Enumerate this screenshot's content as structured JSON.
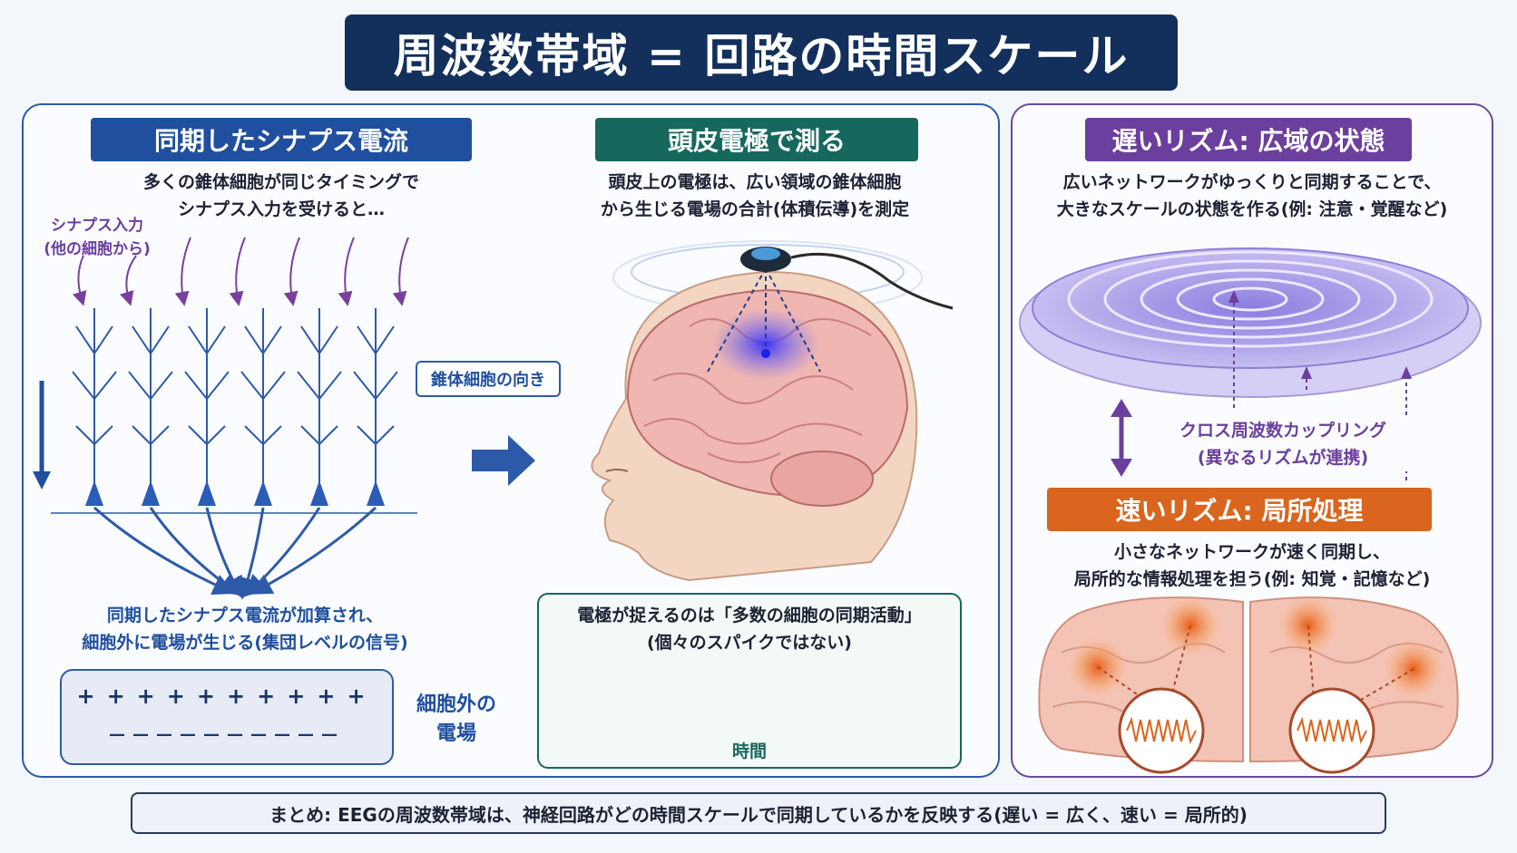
{
  "title": "周波数帯域 = 回路の時間スケール",
  "left": {
    "header": "同期したシナプス電流",
    "intro_line1": "多くの錐体細胞が同じタイミングで",
    "intro_line2": "シナプス入力を受けると…",
    "synapse_label_line1": "シナプス入力",
    "synapse_label_line2": "(他の細胞から)",
    "orientation_label": "錐体細胞の向き",
    "result_line1": "同期したシナプス電流が加算され、",
    "result_line2": "細胞外に電場が生じる(集団レベルの信号)",
    "plus_signs": "++++++++++",
    "minus_signs": "——————————",
    "field_label_line1": "細胞外の",
    "field_label_line2": "電場"
  },
  "middle": {
    "header": "頭皮電極で測る",
    "intro_line1": "頭皮上の電極は、広い領域の錐体細胞",
    "intro_line2": "から生じる電場の合計(体積伝導)を測定",
    "eeg_caption_line1": "電極が捉えるのは「多数の細胞の同期活動」",
    "eeg_caption_line2": "(個々のスパイクではない)",
    "time_label": "時間"
  },
  "right": {
    "slow_header": "遅いリズム: 広域の状態",
    "slow_line1": "広いネットワークがゆっくりと同期することで、",
    "slow_line2": "大きなスケールの状態を作る(例: 注意・覚醒など)",
    "coupling_line1": "クロス周波数カップリング",
    "coupling_line2": "(異なるリズムが連携)",
    "fast_header": "速いリズム: 局所処理",
    "fast_line1": "小さなネットワークが速く同期し、",
    "fast_line2": "局所的な情報処理を担う(例: 知覚・記憶など)"
  },
  "summary": "まとめ: EEGの周波数帯域は、神経回路がどの時間スケールで同期しているかを反映する(遅い = 広く、速い = 局所的)",
  "colors": {
    "navy": "#13305c",
    "blue": "#1f4f9e",
    "teal": "#17685c",
    "purple": "#6b3f9e",
    "orange": "#d9651e"
  }
}
